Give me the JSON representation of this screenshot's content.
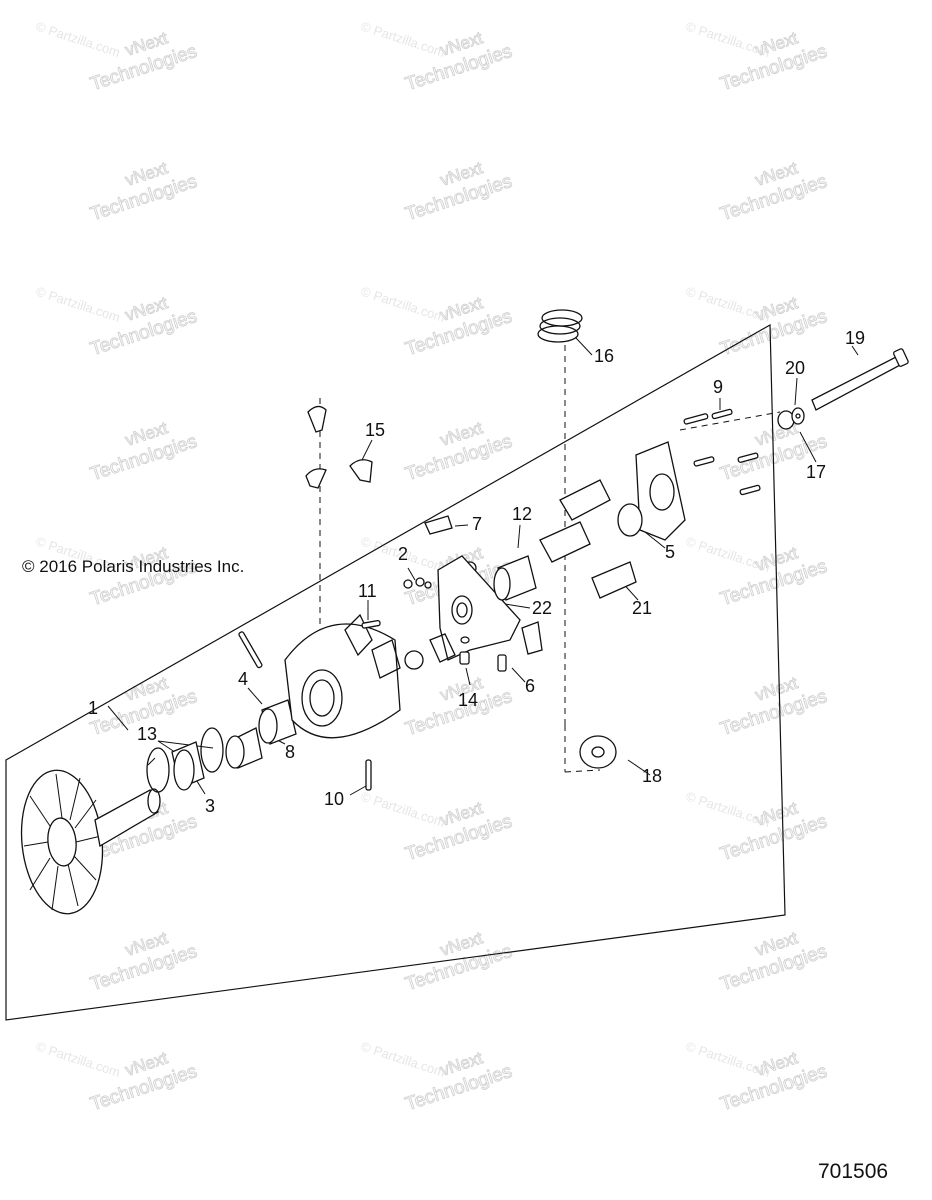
{
  "copyright": "© 2016 Polaris Industries Inc.",
  "diagram_id": "701506",
  "watermarks": {
    "brand_line1": "vNext",
    "brand_line2": "Technologies",
    "site": "© Partzilla.com"
  },
  "callouts": [
    {
      "id": "1",
      "label": "1"
    },
    {
      "id": "2",
      "label": "2"
    },
    {
      "id": "3",
      "label": "3"
    },
    {
      "id": "4",
      "label": "4"
    },
    {
      "id": "5",
      "label": "5"
    },
    {
      "id": "6",
      "label": "6"
    },
    {
      "id": "7",
      "label": "7"
    },
    {
      "id": "8",
      "label": "8"
    },
    {
      "id": "9",
      "label": "9"
    },
    {
      "id": "10",
      "label": "10"
    },
    {
      "id": "11",
      "label": "11"
    },
    {
      "id": "12",
      "label": "12"
    },
    {
      "id": "13",
      "label": "13"
    },
    {
      "id": "14",
      "label": "14"
    },
    {
      "id": "15",
      "label": "15"
    },
    {
      "id": "16",
      "label": "16"
    },
    {
      "id": "17",
      "label": "17"
    },
    {
      "id": "18",
      "label": "18"
    },
    {
      "id": "19",
      "label": "19"
    },
    {
      "id": "20",
      "label": "20"
    },
    {
      "id": "21",
      "label": "21"
    },
    {
      "id": "22",
      "label": "22"
    }
  ],
  "colors": {
    "line": "#111111",
    "watermark": "#d2d2d2"
  }
}
